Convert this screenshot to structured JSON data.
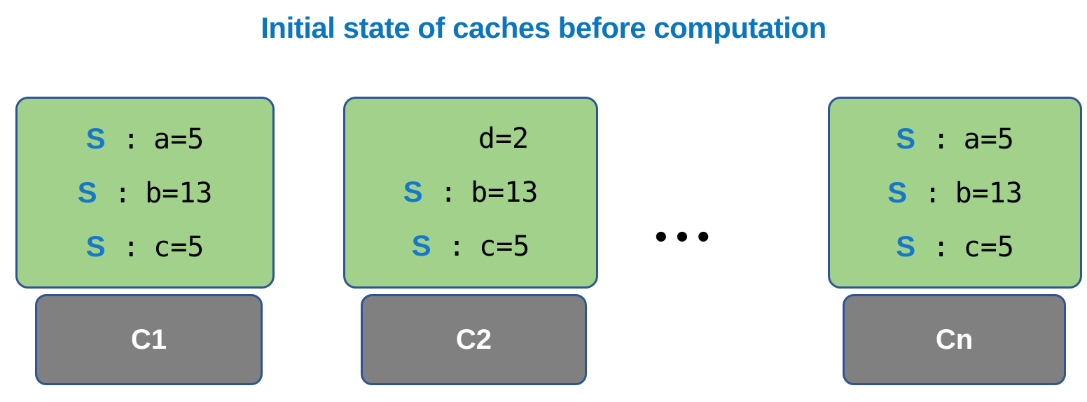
{
  "title": "Initial state of caches before computation",
  "colors": {
    "title": "#0B76C0",
    "cache_fill": "#A2D18C",
    "cache_border": "#2E5496",
    "core_fill": "#808080",
    "core_border": "#2E5496",
    "state_tag": "#1878C8",
    "value_text": "#000000",
    "core_label_text": "#FFFFFF"
  },
  "ellipsis": "•••",
  "caches": [
    {
      "core_label": "C1",
      "lines": [
        {
          "state": "S",
          "colon": ":",
          "value": "a=5"
        },
        {
          "state": "S",
          "colon": ":",
          "value": "b=13"
        },
        {
          "state": "S",
          "colon": ":",
          "value": "c=5"
        }
      ]
    },
    {
      "core_label": "C2",
      "lines": [
        {
          "state": "",
          "colon": "",
          "value": "d=2"
        },
        {
          "state": "S",
          "colon": ":",
          "value": "b=13"
        },
        {
          "state": "S",
          "colon": ":",
          "value": "c=5"
        }
      ]
    },
    {
      "core_label": "Cn",
      "lines": [
        {
          "state": "S",
          "colon": ":",
          "value": "a=5"
        },
        {
          "state": "S",
          "colon": ":",
          "value": "b=13"
        },
        {
          "state": "S",
          "colon": ":",
          "value": "c=5"
        }
      ]
    }
  ]
}
